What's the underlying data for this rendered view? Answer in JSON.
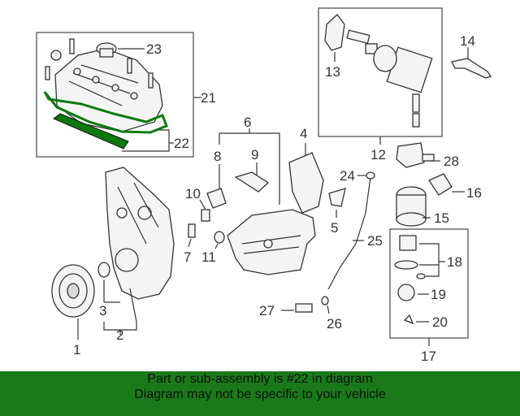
{
  "callouts": {
    "n1": "1",
    "n2": "2",
    "n3": "3",
    "n4": "4",
    "n5": "5",
    "n6": "6",
    "n7": "7",
    "n8": "8",
    "n9": "9",
    "n10": "10",
    "n11": "11",
    "n12": "12",
    "n13": "13",
    "n14": "14",
    "n15": "15",
    "n16": "16",
    "n17": "17",
    "n18": "18",
    "n19": "19",
    "n20": "20",
    "n21": "21",
    "n22": "22",
    "n23": "23",
    "n24": "24",
    "n25": "25",
    "n26": "26",
    "n27": "27",
    "n28": "28"
  },
  "banner": {
    "line1": "Part or sub-assembly is #22 in diagram",
    "line2": "Diagram may not be specific to your vehicle"
  },
  "colors": {
    "highlight": "#0d7a0d",
    "banner_bg": "#1a7a1a"
  }
}
